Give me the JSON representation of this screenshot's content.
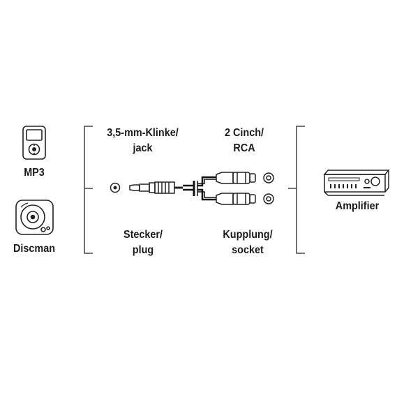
{
  "devices_left": {
    "mp3_label": "MP3",
    "discman_label": "Discman",
    "mp3_icon": "mp3-player-icon",
    "discman_icon": "discman-icon"
  },
  "cable": {
    "left_top_line1": "3,5-mm-Klinke/",
    "left_top_line2": "jack",
    "right_top_line1": "2 Cinch/",
    "right_top_line2": "RCA",
    "left_bottom_line1": "Stecker/",
    "left_bottom_line2": "plug",
    "right_bottom_line1": "Kupplung/",
    "right_bottom_line2": "socket"
  },
  "devices_right": {
    "amplifier_label": "Amplifier",
    "amplifier_icon": "amplifier-icon"
  }
}
